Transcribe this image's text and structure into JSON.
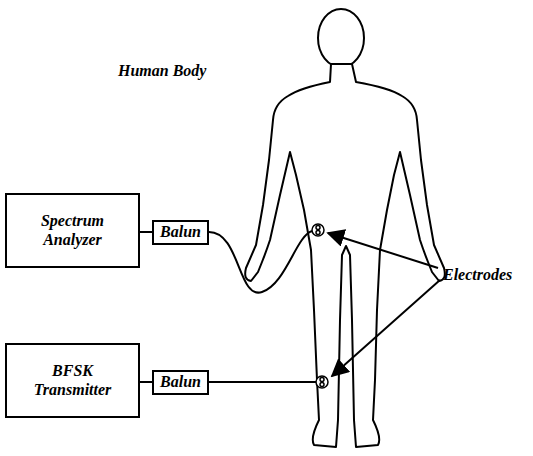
{
  "diagram": {
    "nodes": [
      {
        "text": [
          "Spectrum Analyzer"
        ]
      },
      {
        "text": [
          "Balun"
        ]
      },
      {
        "text": [
          "BFSK Transmitter"
        ]
      },
      {
        "text": [
          "Balun"
        ]
      }
    ],
    "edges": [
      {
        "from": 0,
        "to": 1,
        "arrow": "none"
      },
      {
        "from": 2,
        "to": 3,
        "arrow": "none"
      }
    ],
    "labels": [
      "Human Body",
      "Electrodes"
    ]
  }
}
